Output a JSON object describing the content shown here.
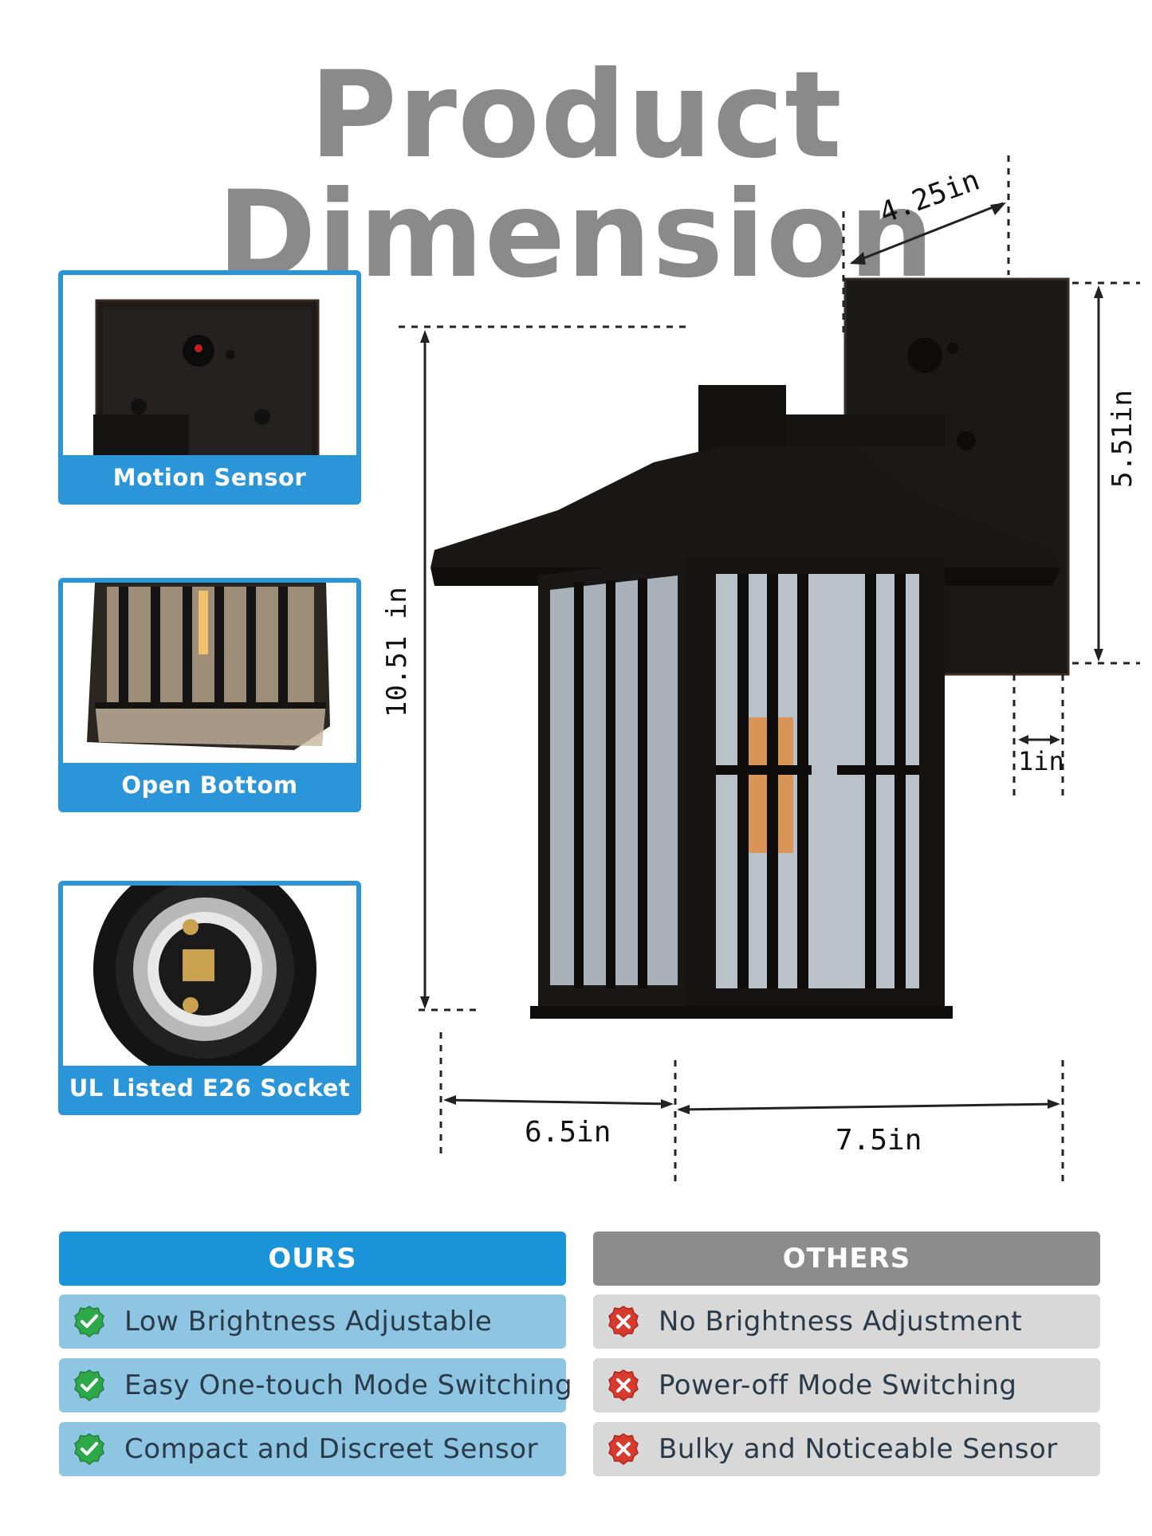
{
  "title": "Product Dimension",
  "features": [
    {
      "label": "Motion Sensor",
      "icon": "motion-sensor-photo"
    },
    {
      "label": "Open Bottom",
      "icon": "open-bottom-photo"
    },
    {
      "label": "UL Listed E26 Socket",
      "icon": "e26-socket-photo"
    }
  ],
  "dimensions": {
    "depth_top": "4.25in",
    "height_total": "10.51 in",
    "backplate_height": "5.51in",
    "backplate_thickness": "1in",
    "width_front": "6.5in",
    "extension": "7.5in"
  },
  "comparison": {
    "ours": {
      "heading": "OURS",
      "color": "#1a93d8",
      "items": [
        "Low Brightness Adjustable",
        "Easy One-touch Mode Switching",
        "Compact and Discreet Sensor"
      ]
    },
    "others": {
      "heading": "OTHERS",
      "color": "#8c8c8c",
      "items": [
        "No Brightness Adjustment",
        "Power-off Mode Switching",
        "Bulky and Noticeable Sensor"
      ]
    }
  }
}
